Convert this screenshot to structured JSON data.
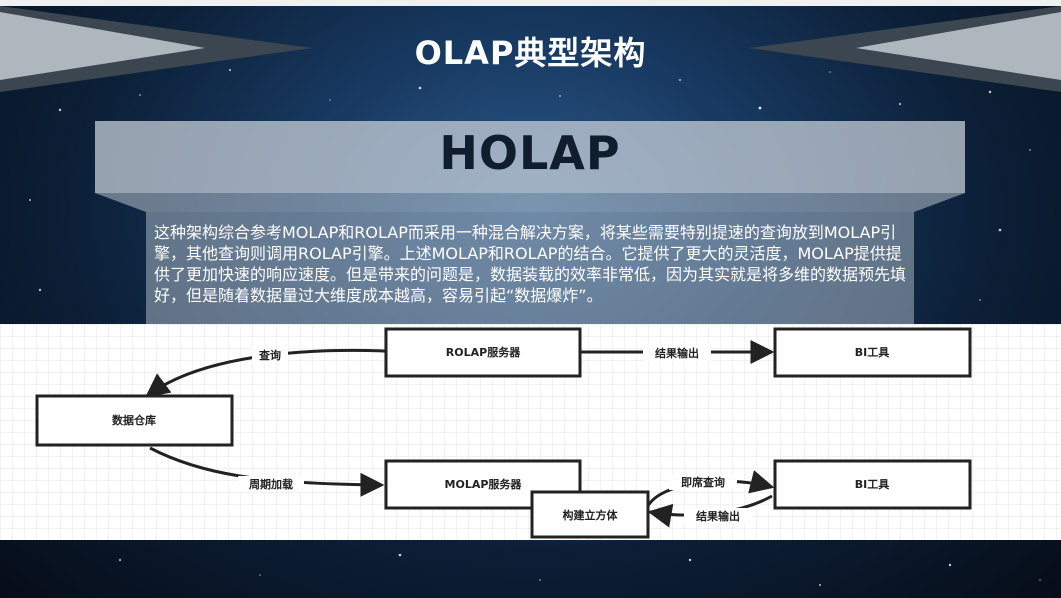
{
  "slide": {
    "title": "OLAP典型架构",
    "subtitle": "HOLAP",
    "description": "这种架构综合参考MOLAP和ROLAP而采用一种混合解决方案，将某些需要特别提速的查询放到MOLAP引擎，其他查询则调用ROLAP引擎。上述MOLAP和ROLAP的结合。它提供了更大的灵活度，MOLAP提供提供了更加快速的响应速度。但是带来的问题是，数据装载的效率非常低，因为其实就是将多维的数据预先填好，但是随着数据量过大维度成本越高，容易引起“数据爆炸”。"
  },
  "diagram": {
    "nodes": {
      "warehouse": "数据仓库",
      "rolap": "ROLAP服务器",
      "molap": "MOLAP服务器",
      "bi_top": "BI工具",
      "bi_bottom": "BI工具",
      "cube": "构建立方体"
    },
    "edges": {
      "query": "查询",
      "result_top": "结果输出",
      "periodic_load": "周期加载",
      "instant_query": "即席查询",
      "result_bottom": "结果输出"
    }
  },
  "colors": {
    "background": "#0c2038",
    "diagram_stroke": "#222222",
    "grid": "#e6e6e6"
  }
}
